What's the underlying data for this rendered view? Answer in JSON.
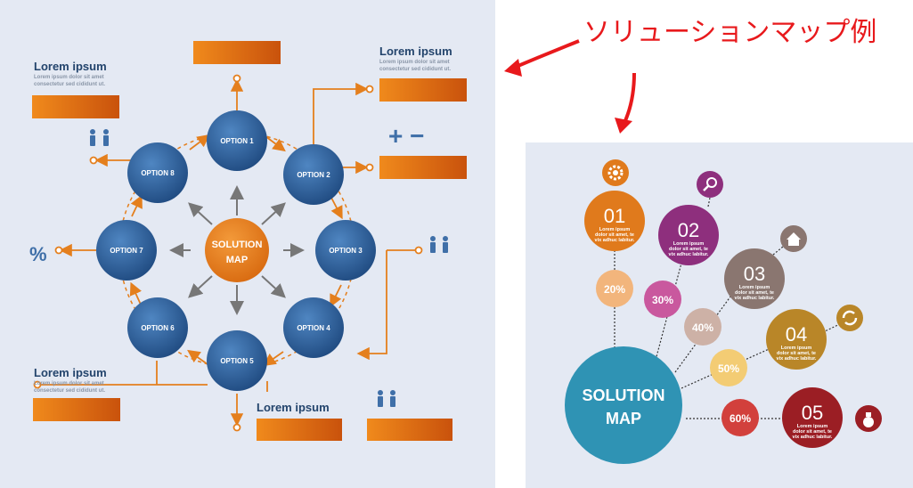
{
  "left": {
    "center": {
      "line1": "SOLUTION",
      "line2": "MAP"
    },
    "options": [
      "OPTION 1",
      "OPTION 2",
      "OPTION 3",
      "OPTION 4",
      "OPTION 5",
      "OPTION 6",
      "OPTION 7",
      "OPTION 8"
    ],
    "text_blocks": [
      {
        "title": "Lorem ipsum",
        "body1": "Lorem ipsum dolor sit amet",
        "body2": "consectetur sed cididunt ut."
      },
      {
        "title": "Lorem ipsum",
        "body1": "Lorem ipsum dolor sit amet",
        "body2": "consectetur sed cididunt ut."
      },
      {
        "title": "Lorem ipsum",
        "body1": "Lorem ipsum dolor sit amet",
        "body2": "consectetur sed cididunt ut."
      }
    ],
    "bottom_title": "Lorem ipsum",
    "plus_minus": "+ −",
    "percent": "%"
  },
  "annotation": {
    "text": "ソリューションマップ例",
    "color": "#e8191c"
  },
  "right": {
    "center": {
      "line1": "SOLUTION",
      "line2": "MAP"
    },
    "items": [
      {
        "num": "01",
        "l1": "Lorem ipsum",
        "l2": "dolor sit amet, te",
        "l3": "vix adhuc labitur.",
        "pct": "20%",
        "color": "#e07a1c",
        "pct_color": "#f2b57c",
        "icon": "gear-icon"
      },
      {
        "num": "02",
        "l1": "Lorem ipsum",
        "l2": "dolor sit amet, te",
        "l3": "vix adhuc labitur.",
        "pct": "30%",
        "color": "#8e2f7d",
        "pct_color": "#c9589e",
        "icon": "search-icon"
      },
      {
        "num": "03",
        "l1": "Lorem ipsum",
        "l2": "dolor sit amet, te",
        "l3": "vix adhuc labitur.",
        "pct": "40%",
        "color": "#8a7670",
        "pct_color": "#cdb1a6",
        "icon": "home-icon"
      },
      {
        "num": "04",
        "l1": "Lorem ipsum",
        "l2": "dolor sit amet, te",
        "l3": "vix adhuc labitur.",
        "pct": "50%",
        "color": "#b98628",
        "pct_color": "#f3cc74",
        "icon": "refresh-icon"
      },
      {
        "num": "05",
        "l1": "Lorem ipsum",
        "l2": "dolor sit amet, te",
        "l3": "vix adhuc labitur.",
        "pct": "60%",
        "color": "#9b1e24",
        "pct_color": "#d2403c",
        "icon": "bag-icon"
      }
    ],
    "center_color": "#2f93b4"
  },
  "colors": {
    "blue": "#2e5e97",
    "orange": "#e47f1d",
    "arrow_gray": "#777777",
    "text_blue": "#23446c"
  }
}
